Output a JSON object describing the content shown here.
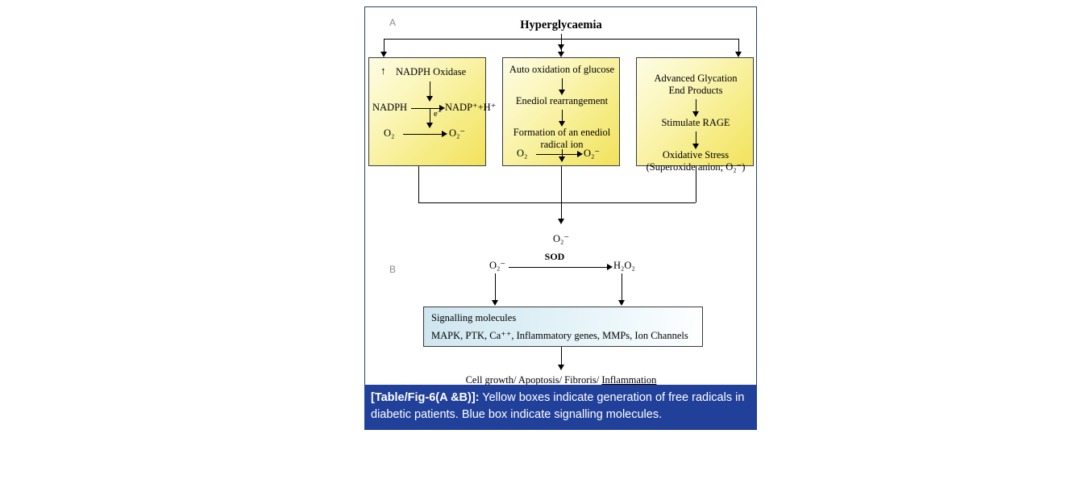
{
  "figure": {
    "panel_a_label": "A",
    "panel_b_label": "B",
    "title": "Hyperglycaemia",
    "colors": {
      "yellow_box": "#f6ec86",
      "blue_box": "#dff0f6",
      "caption_bar": "#21409a",
      "frame_border": "#26416b",
      "panel_label": "#8d8d8d"
    },
    "boxes": {
      "nadph": {
        "name": "NADPH Oxidase",
        "up_arrow": "↑",
        "reactant": "NADPH",
        "product": "NADP⁺+H⁺",
        "electron": "e⁻",
        "o2": "O₂",
        "superoxide": "O₂⁻"
      },
      "autoox": {
        "line1": "Auto oxidation of glucose",
        "line2": "Enediol rearrangement",
        "line3a": "Formation of an enediol",
        "line3b": "radical ion",
        "o2": "O₂",
        "superoxide": "O₂⁻"
      },
      "age": {
        "line1a": "Advanced Glycation",
        "line1b": "End Products",
        "line2": "Stimulate RAGE",
        "line3a": "Oxidative Stress",
        "line3b": "(Superoxide anion; O₂⁻)"
      },
      "signalling": {
        "heading": "Signalling molecules",
        "contents": "MAPK, PTK, Ca⁺⁺, Inflammatory genes, MMPs, Ion Channels"
      }
    },
    "midpoint_superoxide": "O₂⁻",
    "panel_b": {
      "substrate": "O₂⁻",
      "enzyme": "SOD",
      "product": "H₂O₂"
    },
    "outcome": {
      "prefix": "Cell growth/ Apoptosis/ Fibroris/ ",
      "underlined": "Inflammation"
    }
  },
  "caption": {
    "label": "[Table/Fig-6(A &B)]:",
    "text": " Yellow boxes indicate generation of free radicals in diabetic patients. Blue box indicate signalling molecules."
  }
}
